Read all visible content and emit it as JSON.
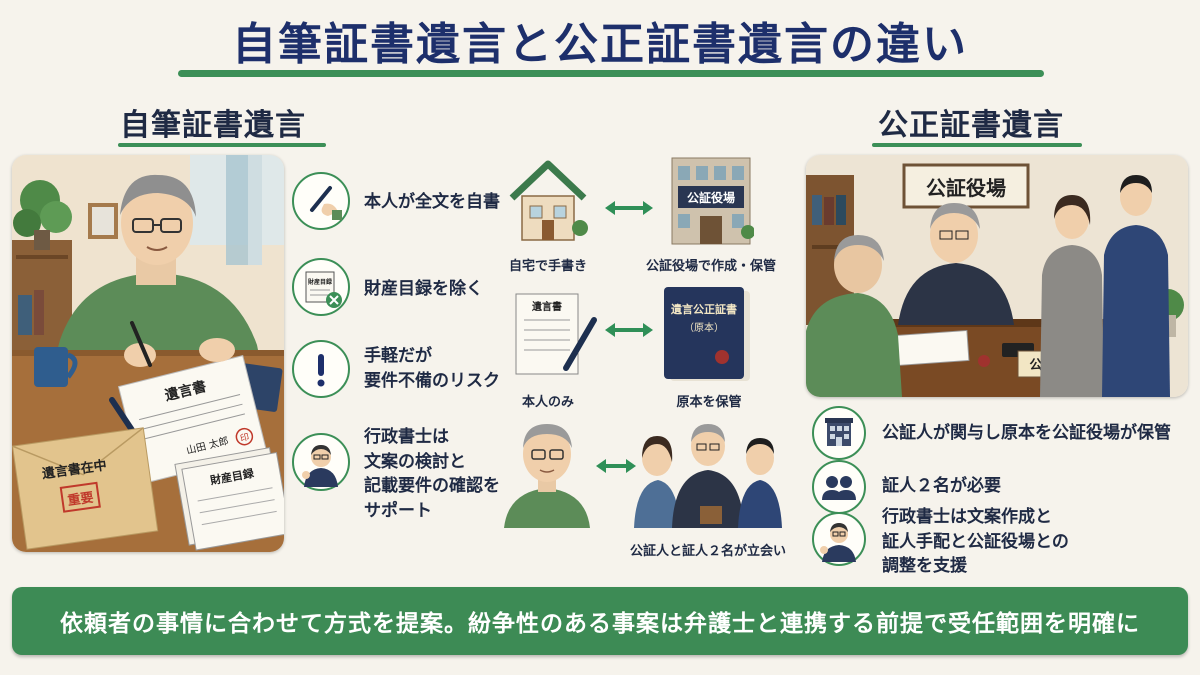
{
  "title": "自筆証書遺言と公正証書遺言の違い",
  "left": {
    "heading": "自筆証書遺言",
    "scene": {
      "paper_title": "遺言書",
      "signature": "山田 太郎",
      "seal": "印",
      "envelope_label": "遺言書在中",
      "envelope_stamp": "重要",
      "inventory_label": "財産目録"
    },
    "features": [
      {
        "icon": "pen-hand-icon",
        "text": "本人が全文を自書"
      },
      {
        "icon": "inventory-excluded-icon",
        "text": "財産目録を除く",
        "icon_label": "財産目録"
      },
      {
        "icon": "exclamation-icon",
        "line1": "手軽だが",
        "line2": "要件不備のリスク"
      },
      {
        "icon": "scrivener-icon",
        "line1": "行政書士は",
        "line2": "文案の検討と",
        "line3": "記載要件の確認を",
        "line4": "サポート"
      }
    ]
  },
  "middle": {
    "house_caption": "自宅で手書き",
    "office_sign": "公証役場",
    "office_caption": "公証役場で作成・保管",
    "paper_title": "遺言書",
    "paper_caption": "本人のみ",
    "book_title": "遺言公正証書",
    "book_subtitle": "（原本）",
    "book_caption": "原本を保管",
    "group_caption": "公証人と証人２名が立会い"
  },
  "right": {
    "heading": "公正証書遺言",
    "scene": {
      "sign": "公証役場",
      "nameplate": "公証人"
    },
    "features": [
      {
        "icon": "building-icon",
        "text": "公証人が関与し原本を公証役場が保管"
      },
      {
        "icon": "two-people-icon",
        "text": "証人２名が必要"
      },
      {
        "icon": "scrivener-icon",
        "line1": "行政書士は文案作成と",
        "line2": "証人手配と公証役場との",
        "line3": "調整を支援"
      }
    ]
  },
  "banner": "依頼者の事情に合わせて方式を提案。紛争性のある事案は弁護士と連携する前提で受任範囲を明確に",
  "colors": {
    "accent_green": "#3c8f57",
    "title_navy": "#1d2f6b",
    "background": "#f6f3ec"
  }
}
